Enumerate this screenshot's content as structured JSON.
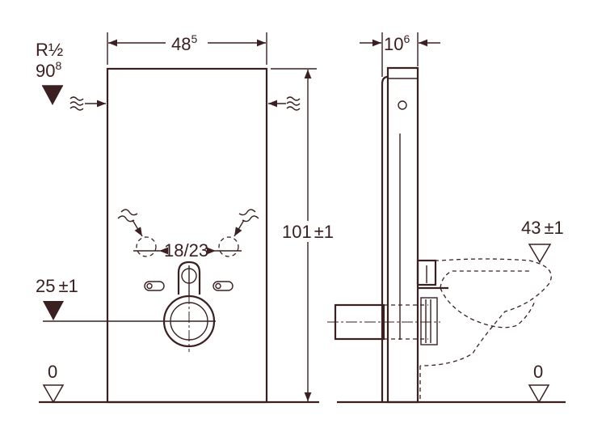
{
  "labels": {
    "width_main": "48",
    "width_main_frac": "5",
    "depth": "10",
    "depth_frac": "6",
    "pipe_size": "R½",
    "pipe_height": "90",
    "pipe_height_frac": "8",
    "height": "101",
    "height_tol": "±1",
    "drain_spacing": "18/23",
    "drain_height": "25",
    "drain_height_tol": "±1",
    "bowl_height": "43",
    "bowl_height_tol": "±1",
    "floor_left": "0",
    "floor_right": "0"
  },
  "colors": {
    "line": "#3a2020",
    "background": "#ffffff"
  }
}
